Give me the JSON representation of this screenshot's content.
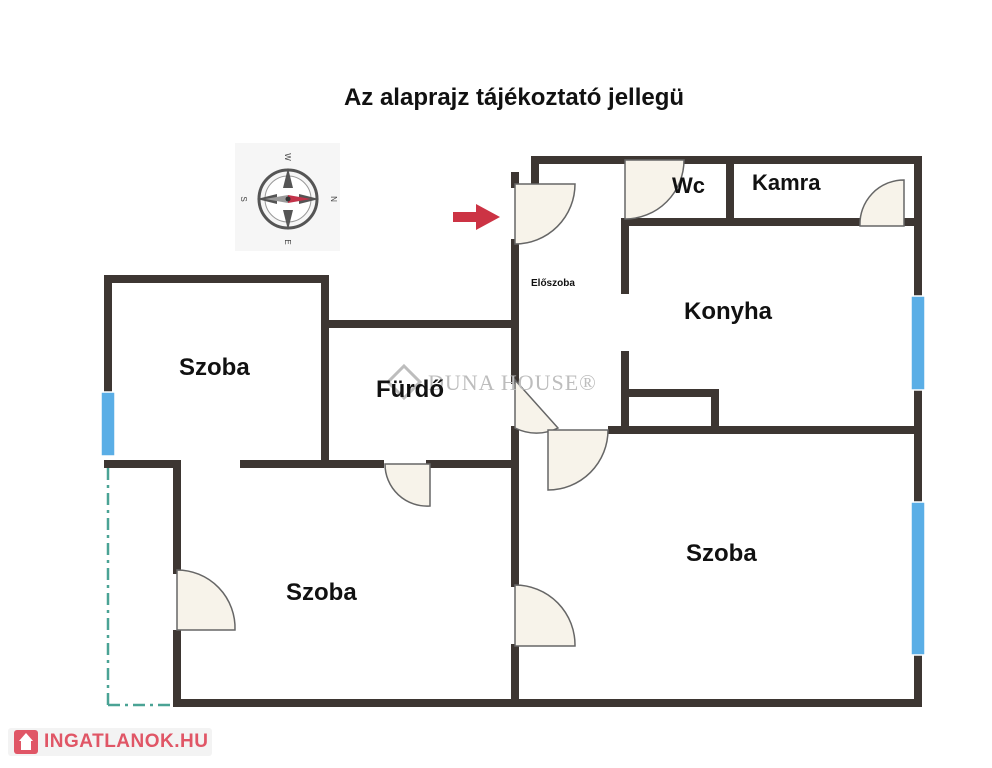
{
  "title": "Az alaprajz tájékoztató jellegü",
  "rooms": {
    "eloszoba": "Előszoba",
    "wc": "Wc",
    "kamra": "Kamra",
    "konyha": "Konyha",
    "szoba_top_left": "Szoba",
    "furdo": "Fürdő",
    "szoba_bottom_left": "Szoba",
    "szoba_right": "Szoba"
  },
  "compass": {
    "north": "N",
    "south": "S",
    "east": "E",
    "west": "W"
  },
  "watermark": "DUNA HOUSE®",
  "badge": {
    "text": "INGATLANOK.HU",
    "icon": "house-icon"
  },
  "colors": {
    "wall": "#3d3632",
    "window": "#5aaee6",
    "door_fill": "#f7f3ea",
    "arrow": "#cc3344",
    "badge": "#e05666",
    "balcony": "#4aa395"
  }
}
